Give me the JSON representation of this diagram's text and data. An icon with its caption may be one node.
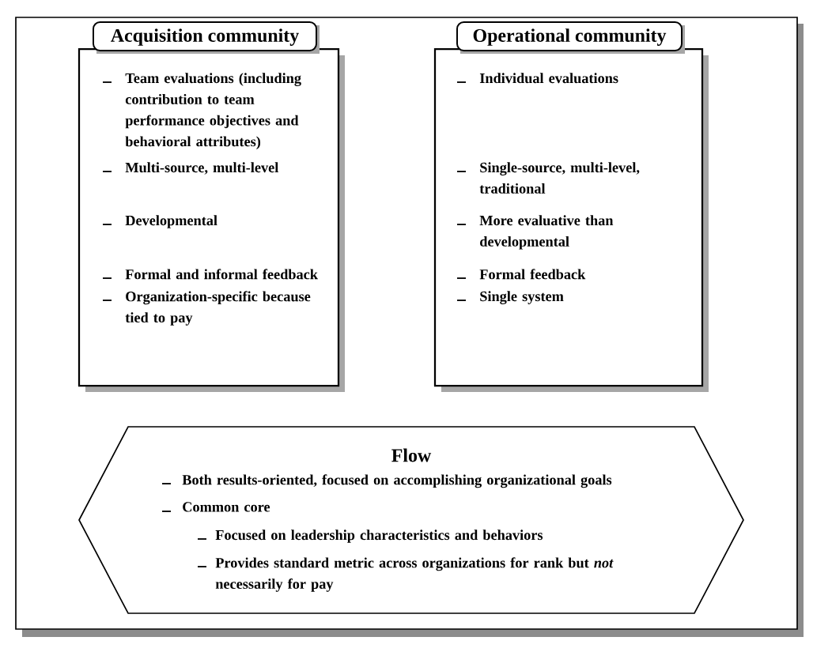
{
  "diagram": {
    "nodes": [
      {
        "text": [
          "Acquisition community",
          "Team evaluations (including contribution to team performance objectives and behavioral attributes)",
          "Multi-source, multi-level",
          "Developmental",
          "Formal and informal feedback",
          "Organization-specific because tied to pay"
        ]
      },
      {
        "text": [
          "Operational community",
          "Individual evaluations",
          "Single-source, multi-level, traditional",
          "More evaluative than developmental",
          "Formal feedback",
          "Single system"
        ]
      },
      {
        "text": [
          "Flow",
          "Both results-oriented, focused on accomplishing organizational goals",
          "Common core",
          "Focused on leadership characteristics and behaviors",
          "Provides standard metric across organizations for rank but *not* necessarily for pay"
        ]
      }
    ]
  }
}
